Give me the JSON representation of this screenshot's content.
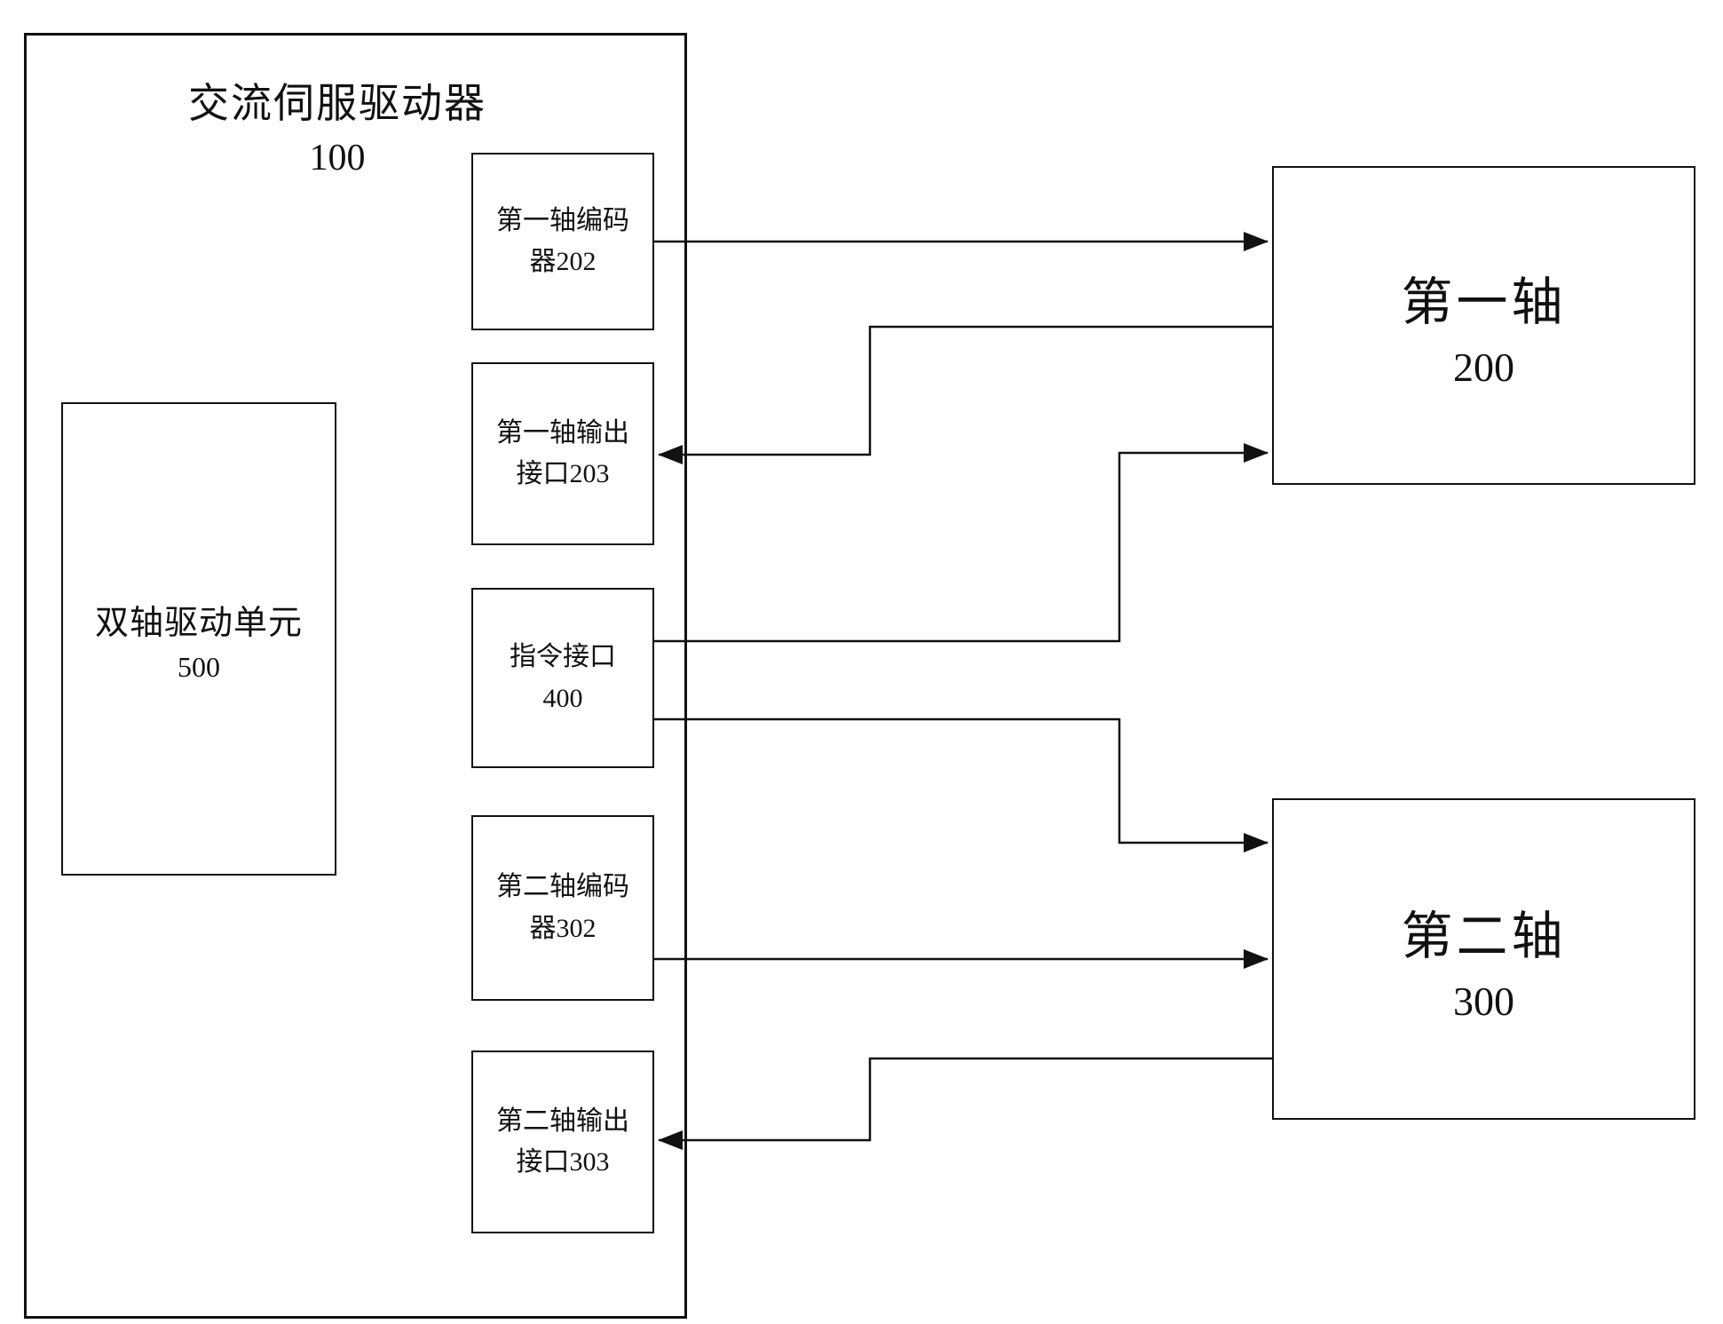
{
  "colors": {
    "line": "#111111",
    "background": "#ffffff"
  },
  "driver": {
    "title": "交流伺服驱动器",
    "number": "100"
  },
  "unit": {
    "label": "双轴驱动单元",
    "number": "500"
  },
  "modules": [
    {
      "id": "first-axis-encoder",
      "line1": "第一轴编码",
      "line2": "器202"
    },
    {
      "id": "first-axis-output",
      "line1": "第一轴输出",
      "line2": "接口203"
    },
    {
      "id": "command-interface",
      "line1": "指令接口",
      "line2": "400"
    },
    {
      "id": "second-axis-encoder",
      "line1": "第二轴编码",
      "line2": "器302"
    },
    {
      "id": "second-axis-output",
      "line1": "第二轴输出",
      "line2": "接口303"
    }
  ],
  "axes": [
    {
      "label": "第一轴",
      "number": "200"
    },
    {
      "label": "第二轴",
      "number": "300"
    }
  ]
}
